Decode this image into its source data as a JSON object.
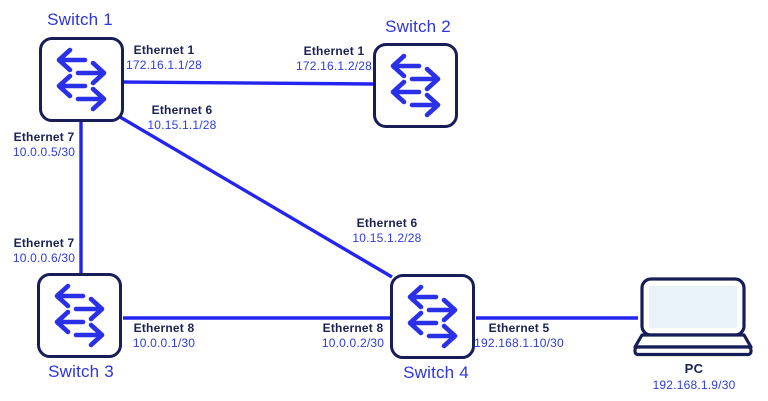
{
  "colors": {
    "line": "#2424f0",
    "node_border": "#171d57",
    "arrow": "#2a2fe8",
    "title_text": "#2c35e0",
    "label_text": "#1b2153",
    "ip_text": "#2e3ce2",
    "screen_fill": "#e9f2f9",
    "bg": "#ffffff"
  },
  "nodes": {
    "switch1": {
      "title": "Switch 1",
      "type": "switch"
    },
    "switch2": {
      "title": "Switch 2",
      "type": "switch"
    },
    "switch3": {
      "title": "Switch 3",
      "type": "switch"
    },
    "switch4": {
      "title": "Switch 4",
      "type": "switch"
    },
    "pc": {
      "title": "PC",
      "ip": "192.168.1.9/30",
      "type": "laptop"
    }
  },
  "links": [
    {
      "from": "Switch 1",
      "to": "Switch 2"
    },
    {
      "from": "Switch 1",
      "to": "Switch 3"
    },
    {
      "from": "Switch 1",
      "to": "Switch 4"
    },
    {
      "from": "Switch 3",
      "to": "Switch 4"
    },
    {
      "from": "Switch 4",
      "to": "PC"
    }
  ],
  "labels": [
    {
      "node": "Switch 1",
      "interface": "Ethernet 1",
      "ip": "172.16.1.1/28"
    },
    {
      "node": "Switch 2",
      "interface": "Ethernet 1",
      "ip": "172.16.1.2/28"
    },
    {
      "node": "Switch 1",
      "interface": "Ethernet 6",
      "ip": "10.15.1.1/28"
    },
    {
      "node": "Switch 1",
      "interface": "Ethernet 7",
      "ip": "10.0.0.5/30"
    },
    {
      "node": "Switch 3",
      "interface": "Ethernet 7",
      "ip": "10.0.0.6/30"
    },
    {
      "node": "Switch 4",
      "interface": "Ethernet 6",
      "ip": "10.15.1.2/28"
    },
    {
      "node": "Switch 3",
      "interface": "Ethernet 8",
      "ip": "10.0.0.1/30"
    },
    {
      "node": "Switch 4",
      "interface": "Ethernet 8",
      "ip": "10.0.0.2/30"
    },
    {
      "node": "Switch 4",
      "interface": "Ethernet 5",
      "ip": "192.168.1.10/30"
    }
  ]
}
